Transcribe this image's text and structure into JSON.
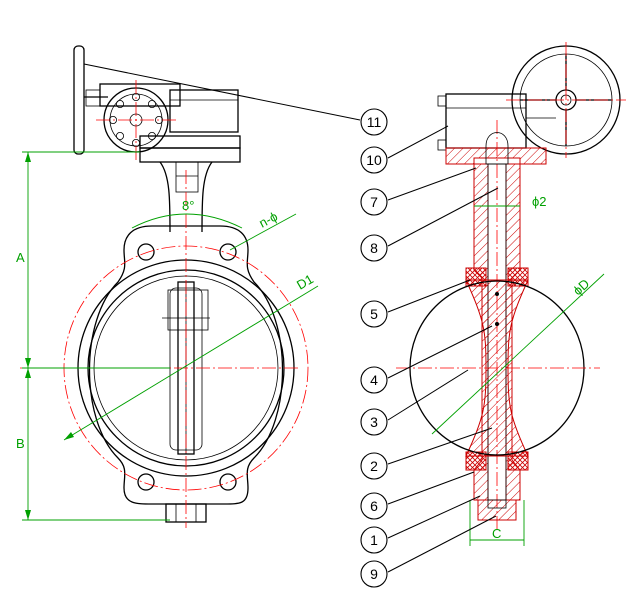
{
  "drawing": {
    "colors": {
      "outline": "#000000",
      "centerline": "#ff0000",
      "dimension": "#00a000",
      "section_hatch": "#cc0000"
    },
    "dimension_labels": {
      "A": "A",
      "B": "B",
      "D1": "D1",
      "n_phi": "n-ϕ",
      "angle": "8°",
      "phi2": "ϕ2",
      "phiD": "ϕD",
      "C": "C"
    },
    "balloons": [
      {
        "id": "b1",
        "label": "1"
      },
      {
        "id": "b2",
        "label": "2"
      },
      {
        "id": "b3",
        "label": "3"
      },
      {
        "id": "b4",
        "label": "4"
      },
      {
        "id": "b5",
        "label": "5"
      },
      {
        "id": "b6",
        "label": "6"
      },
      {
        "id": "b7",
        "label": "7"
      },
      {
        "id": "b8",
        "label": "8"
      },
      {
        "id": "b9",
        "label": "9"
      },
      {
        "id": "b10",
        "label": "10"
      },
      {
        "id": "b11",
        "label": "11"
      }
    ]
  }
}
